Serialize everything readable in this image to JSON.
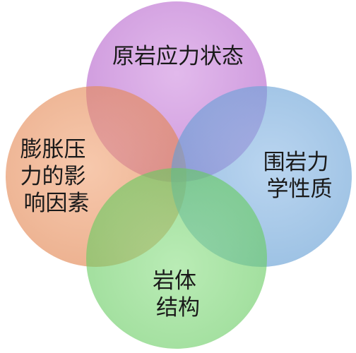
{
  "diagram": {
    "circles": [
      {
        "id": "top",
        "color": "#b05ac8",
        "lines": [
          "原岩应力状态"
        ]
      },
      {
        "id": "left",
        "color": "#e0804a",
        "lines": [
          "膨胀压",
          "力的影",
          "响因素"
        ]
      },
      {
        "id": "right",
        "color": "#5e9ad2",
        "lines": [
          "围岩力",
          "学性质"
        ]
      },
      {
        "id": "bottom",
        "color": "#62c85c",
        "lines": [
          "岩体",
          "结构"
        ]
      }
    ]
  }
}
